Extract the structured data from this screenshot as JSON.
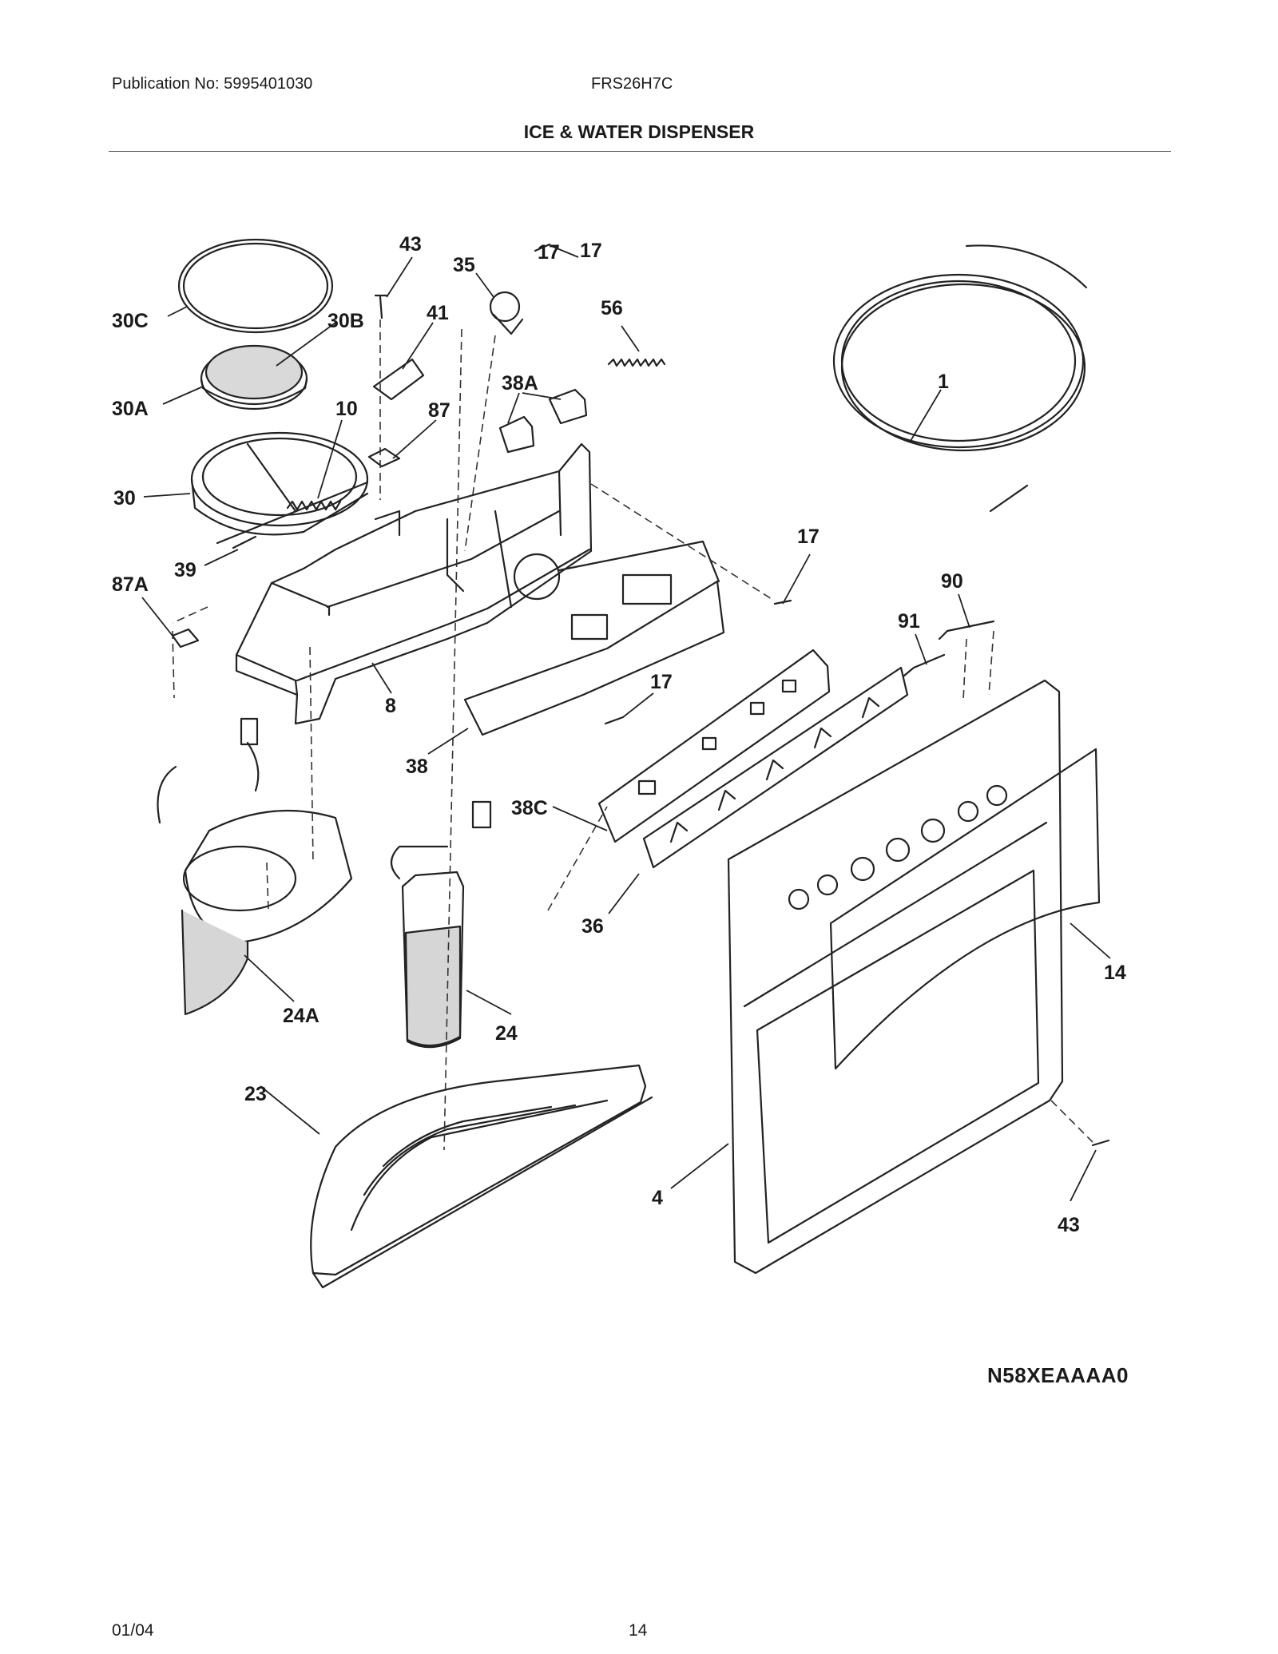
{
  "header": {
    "publication": "Publication No: 5995401030",
    "model": "FRS26H7C",
    "section_title": "ICE & WATER DISPENSER"
  },
  "diagram": {
    "callouts": [
      "43",
      "17",
      "35",
      "17",
      "56",
      "30C",
      "30B",
      "41",
      "1",
      "38A",
      "30A",
      "10",
      "87",
      "30",
      "39",
      "17",
      "87A",
      "90",
      "91",
      "8",
      "17",
      "38",
      "38C",
      "36",
      "14",
      "24A",
      "24",
      "23",
      "4",
      "43"
    ],
    "figure_code": "N58XEAAAA0"
  },
  "footer": {
    "date": "01/04",
    "page": "14"
  }
}
